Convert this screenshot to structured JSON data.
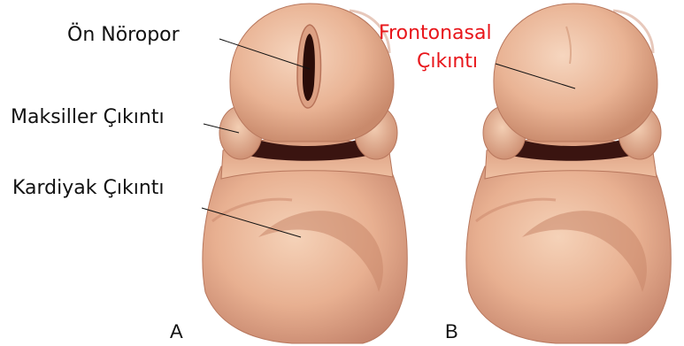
{
  "labels": {
    "on_noropor": "Ön Nöropor",
    "maksiller": "Maksiller Çıkıntı",
    "kardiyak": "Kardiyak Çıkıntı",
    "frontonasal_line1": "Frontonasal",
    "frontonasal_line2": "Çıkıntı"
  },
  "panels": {
    "a": "A",
    "b": "B"
  },
  "colors": {
    "skin_light": "#f1c4a6",
    "skin_mid": "#e0a585",
    "skin_dark": "#b5725a",
    "shadow": "#3a1410",
    "label_red": "#e8161b"
  }
}
